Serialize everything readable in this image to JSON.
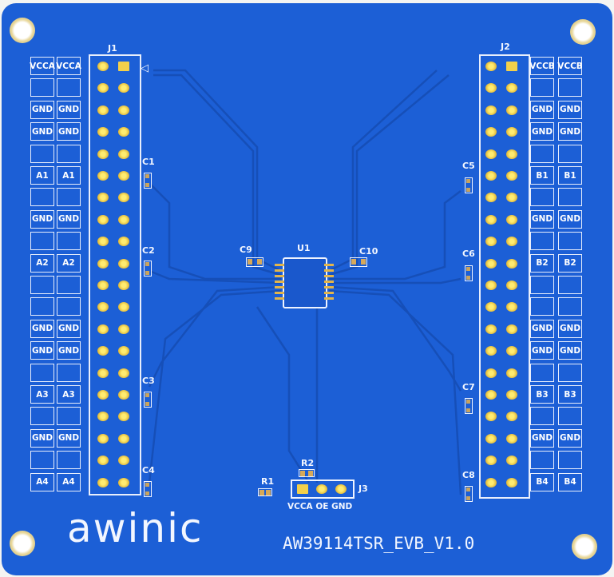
{
  "board": {
    "brand": "awinic",
    "model": "AW39114TSR_EVB_V1.0",
    "color": "#1c5fd6"
  },
  "j1": {
    "ref": "J1",
    "labels": [
      "VCCA",
      "",
      "GND",
      "GND",
      "",
      "A1",
      "",
      "GND",
      "",
      "A2",
      "",
      "",
      "GND",
      "GND",
      "",
      "A3",
      "",
      "GND",
      "",
      "A4"
    ]
  },
  "j2": {
    "ref": "J2",
    "labels": [
      "VCCB",
      "",
      "GND",
      "GND",
      "",
      "B1",
      "",
      "GND",
      "",
      "B2",
      "",
      "",
      "GND",
      "GND",
      "",
      "B3",
      "",
      "GND",
      "",
      "B4"
    ]
  },
  "caps": [
    "C1",
    "C2",
    "C3",
    "C4",
    "C5",
    "C6",
    "C7",
    "C8",
    "C9",
    "C10"
  ],
  "u1": "U1",
  "resistors": [
    "R1",
    "R2"
  ],
  "j3": {
    "ref": "J3",
    "pins": "VCCA OE GND"
  }
}
